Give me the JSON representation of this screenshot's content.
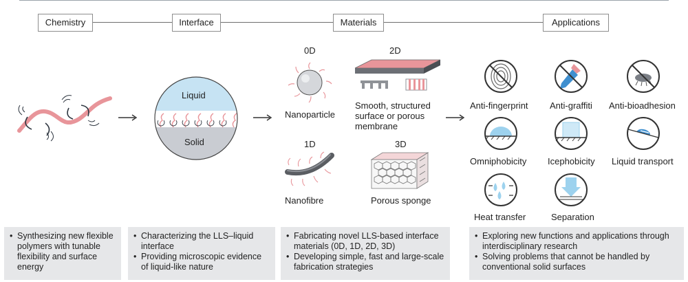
{
  "headers": {
    "chemistry": "Chemistry",
    "interface": "Interface",
    "materials": "Materials",
    "applications": "Applications"
  },
  "interface": {
    "liquid": "Liquid",
    "solid": "Solid"
  },
  "materials": {
    "d0": "0D",
    "d1": "1D",
    "d2": "2D",
    "d3": "3D",
    "nanoparticle": "Nanoparticle",
    "nanofibre": "Nanofibre",
    "surface_line1": "Smooth, structured",
    "surface_line2": "surface or porous",
    "surface_line3": "membrane",
    "sponge": "Porous sponge"
  },
  "applications": [
    "Anti-fingerprint",
    "Anti-graffiti",
    "Anti-bioadhesion",
    "Omniphobicity",
    "Icephobicity",
    "Liquid transport",
    "Heat transfer",
    "Separation"
  ],
  "panels": [
    [
      "Synthesizing new flexible polymers with tunable flexibility and surface energy"
    ],
    [
      "Characterizing the LLS–liquid interface",
      "Providing microscopic evidence of liquid-like nature"
    ],
    [
      "Fabricating novel LLS-based interface materials (0D, 1D, 2D, 3D)",
      "Developing simple, fast and large-scale fabrication strategies"
    ],
    [
      "Exploring new functions and applications through interdisciplinary research",
      "Solving problems that cannot be handled by conventional solid surfaces"
    ]
  ],
  "colors": {
    "polymer": "#e8959a",
    "liquid": "#c6e3f3",
    "solid": "#c9ccd2",
    "icon_stroke": "#3a3a3a",
    "panel_bg": "#e6e7e9",
    "water": "#9dd2ee"
  }
}
